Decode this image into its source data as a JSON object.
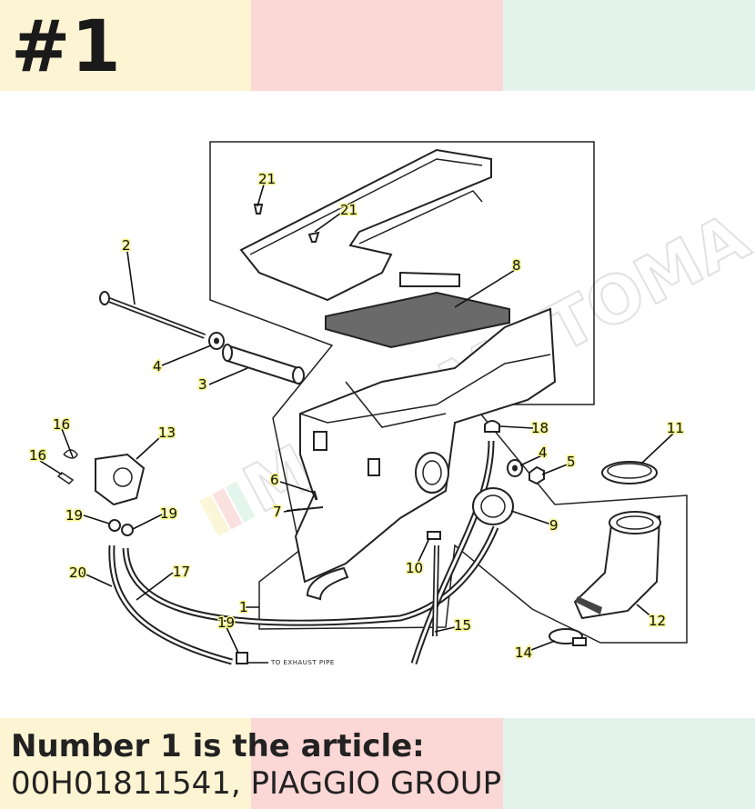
{
  "header": {
    "number": "#1"
  },
  "footer": {
    "heading": "Number 1 is the article:",
    "part_number": "00H01811541",
    "manufacturer": ", PIAGGIO GROUP"
  },
  "colors": {
    "yellow": "#fdf4d3",
    "pink": "#fbd8d6",
    "mint": "#e3f3ec",
    "label_highlight": "#f2f28a"
  },
  "diagram": {
    "labels": [
      "1",
      "2",
      "3",
      "4",
      "4",
      "5",
      "6",
      "7",
      "8",
      "9",
      "10",
      "11",
      "12",
      "13",
      "14",
      "15",
      "16",
      "16",
      "17",
      "18",
      "19",
      "19",
      "19",
      "20",
      "21",
      "21"
    ],
    "exhaust_note": "TO EXHAUST PIPE"
  }
}
